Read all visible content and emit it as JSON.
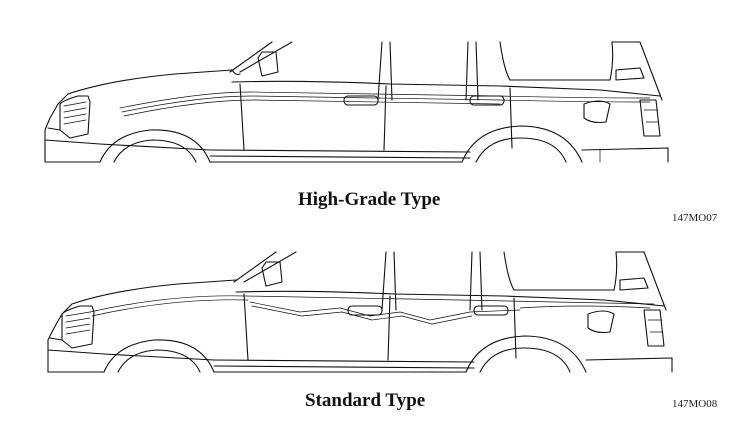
{
  "figures": [
    {
      "caption": "High-Grade Type",
      "code": "147MO07"
    },
    {
      "caption": "Standard Type",
      "code": "147MO08"
    }
  ]
}
